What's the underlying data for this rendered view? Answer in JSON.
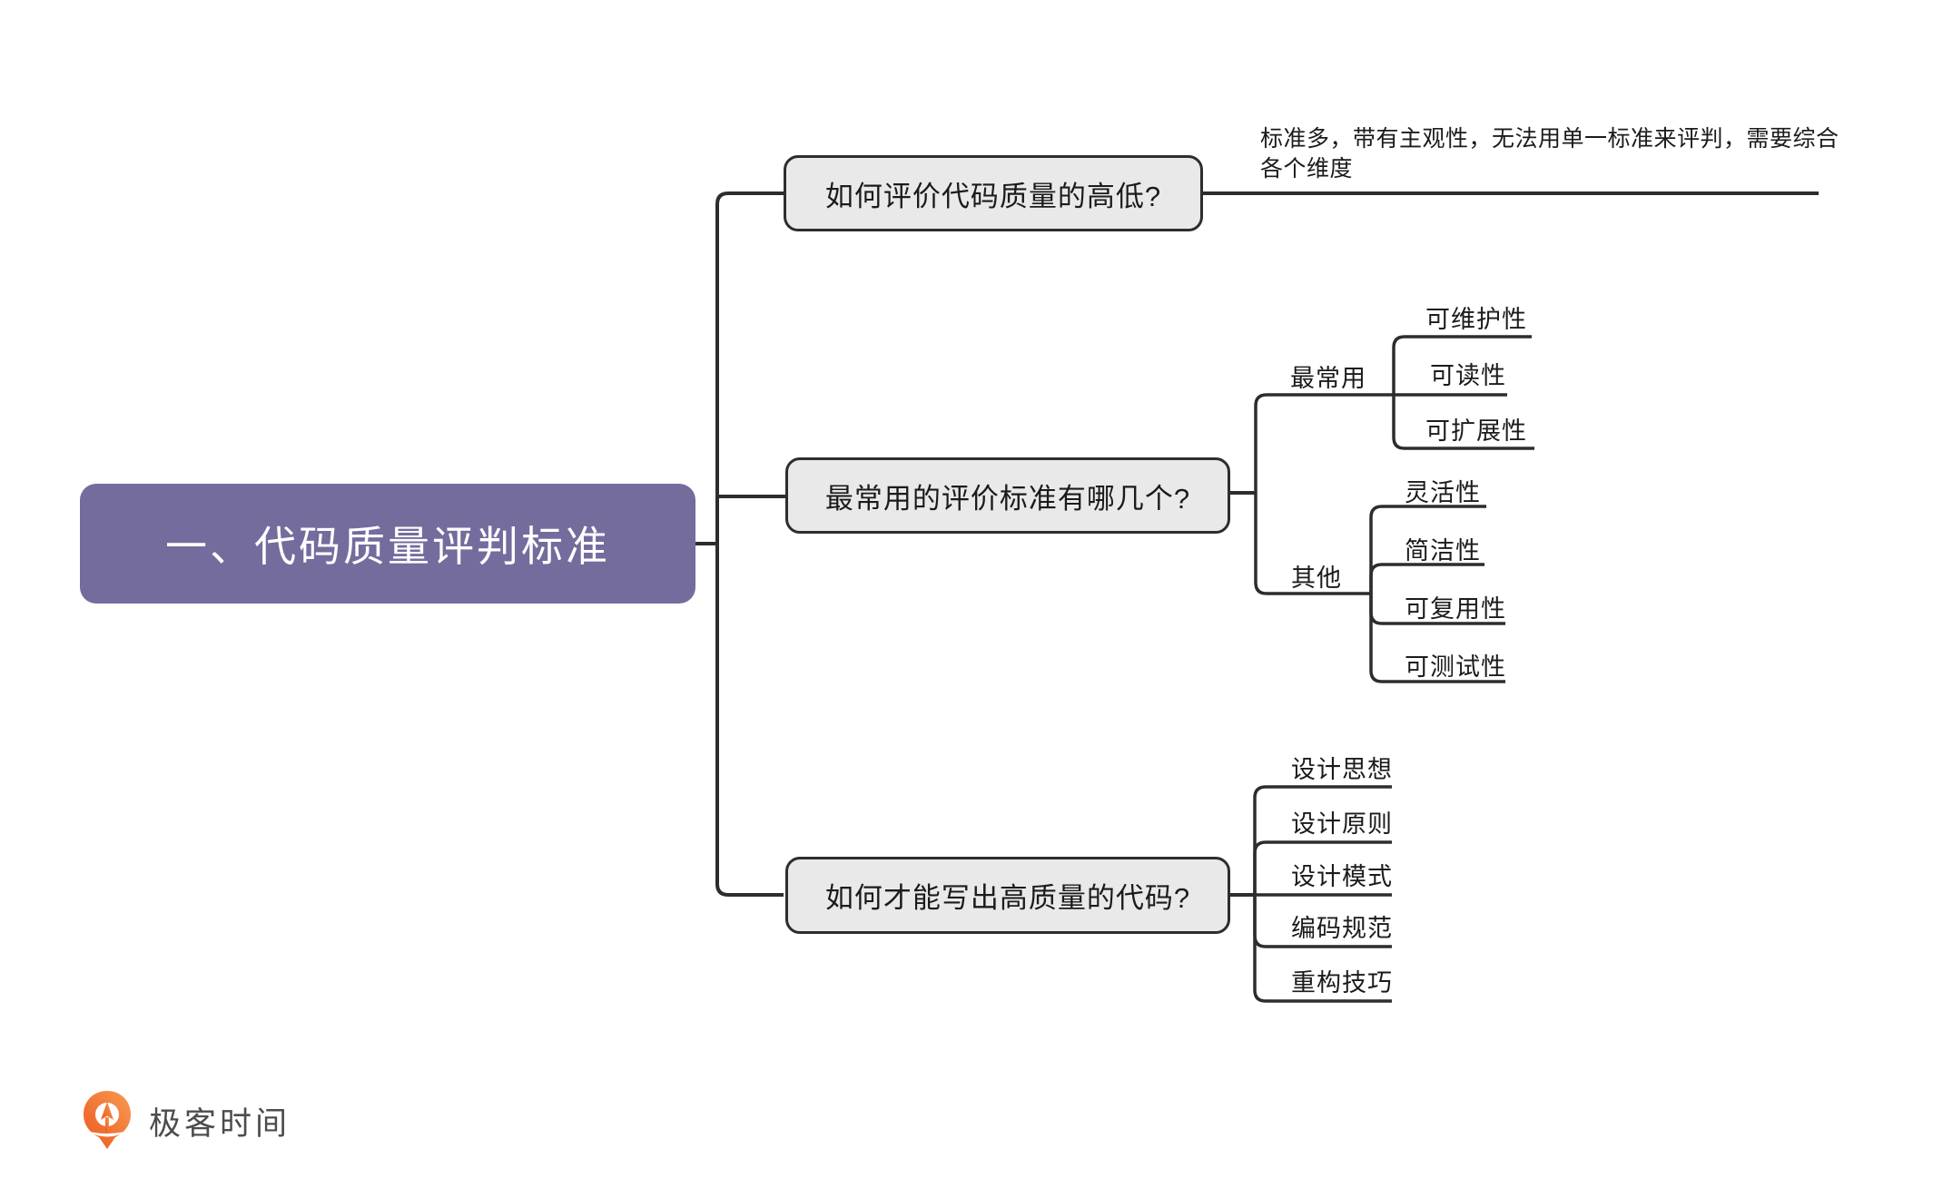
{
  "root": {
    "label": "一、代码质量评判标准"
  },
  "branches": [
    {
      "label": "如何评价代码质量的高低?",
      "note": "标准多，带有主观性，无法用单一标准来评判，需要综合各个维度"
    },
    {
      "label": "最常用的评价标准有哪几个?",
      "groups": [
        {
          "label": "最常用",
          "children": [
            "可维护性",
            "可读性",
            "可扩展性"
          ]
        },
        {
          "label": "其他",
          "children": [
            "灵活性",
            "简洁性",
            "可复用性",
            "可测试性"
          ]
        }
      ]
    },
    {
      "label": "如何才能写出高质量的代码?",
      "children": [
        "设计思想",
        "设计原则",
        "设计模式",
        "编码规范",
        "重构技巧"
      ]
    }
  ],
  "logo": {
    "text": "极客时间"
  },
  "colors": {
    "root_fill": "#746c9d",
    "node_fill": "#e9e9e9",
    "line_color": "#2d2d2d",
    "text_color": "#1b1b1b",
    "logo_orange_dark": "#ec571f",
    "logo_orange_light": "#f89b52",
    "logo_text": "#4c4c4c"
  }
}
